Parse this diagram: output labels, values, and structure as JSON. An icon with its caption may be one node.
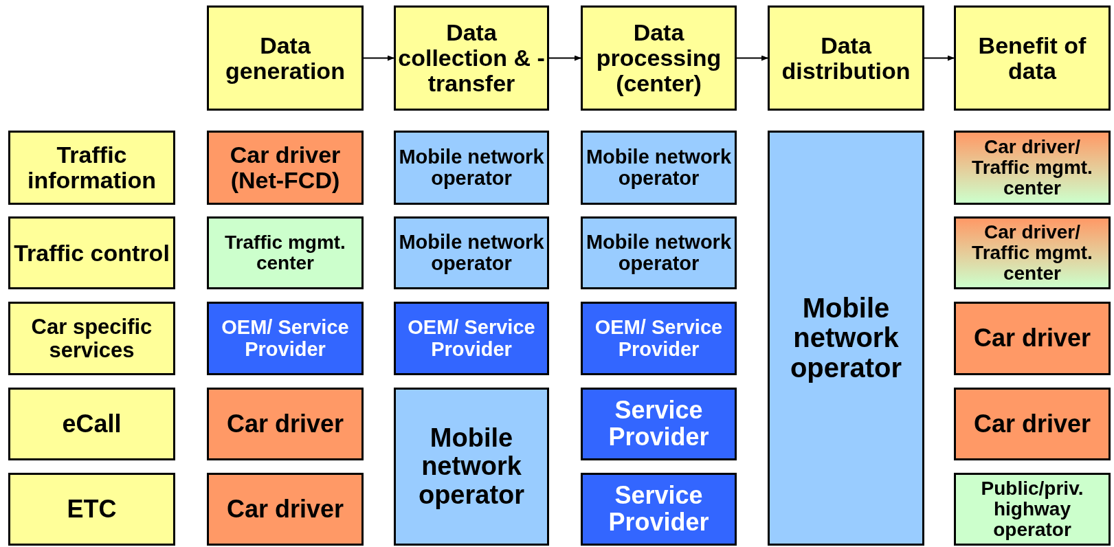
{
  "diagram": {
    "nodes": [
      {
        "text": [
          "Data generation"
        ]
      },
      {
        "text": [
          "Data collection & -transfer"
        ]
      },
      {
        "text": [
          "Data processing (center)"
        ]
      },
      {
        "text": [
          "Data distribution"
        ]
      },
      {
        "text": [
          "Benefit of data"
        ]
      },
      {
        "text": [
          "Traffic information"
        ]
      },
      {
        "text": [
          "Car driver (Net-FCD)"
        ]
      },
      {
        "text": [
          "Mobile network operator"
        ]
      },
      {
        "text": [
          "Mobile network operator"
        ]
      },
      {
        "text": [
          "Mobile network operator"
        ]
      },
      {
        "text": [
          "Car driver/ Traffic mgmt. center"
        ]
      },
      {
        "text": [
          "Traffic control"
        ]
      },
      {
        "text": [
          "Traffic mgmt. center"
        ]
      },
      {
        "text": [
          "Mobile network operator"
        ]
      },
      {
        "text": [
          "Mobile network operator"
        ]
      },
      {
        "text": [
          "Car driver/ Traffic mgmt. center"
        ]
      },
      {
        "text": [
          "Car specific services"
        ]
      },
      {
        "text": [
          "OEM/ Service Provider"
        ]
      },
      {
        "text": [
          "OEM/ Service Provider"
        ]
      },
      {
        "text": [
          "OEM/ Service Provider"
        ]
      },
      {
        "text": [
          "Car driver"
        ]
      },
      {
        "text": [
          "eCall"
        ]
      },
      {
        "text": [
          "Car driver"
        ]
      },
      {
        "text": [
          "Mobile network operator"
        ]
      },
      {
        "text": [
          "Service Provider"
        ]
      },
      {
        "text": [
          "Car driver"
        ]
      },
      {
        "text": [
          "ETC"
        ]
      },
      {
        "text": [
          "Car driver"
        ]
      },
      {
        "text": [
          "Service Provider"
        ]
      },
      {
        "text": [
          "Public/priv. highway operator"
        ]
      }
    ],
    "edges": [
      {
        "from": 0,
        "to": 1,
        "arrow": "to"
      },
      {
        "from": 1,
        "to": 2,
        "arrow": "to"
      },
      {
        "from": 2,
        "to": 3,
        "arrow": "to"
      },
      {
        "from": 3,
        "to": 4,
        "arrow": "to"
      }
    ]
  }
}
